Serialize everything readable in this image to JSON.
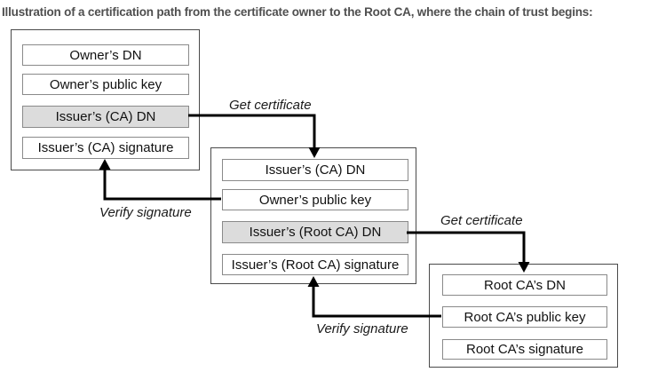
{
  "title": "Illustration of a certification path from the certificate owner to the Root CA, where the chain of trust begins:",
  "colors": {
    "title_text": "#4f4f4f",
    "outer_box_border": "#4a4a4a",
    "row_border": "#8a8a8a",
    "shaded_row_bg": "#dcdcdc",
    "row_bg": "#ffffff",
    "arrow": "#000000"
  },
  "boxes": {
    "owner": {
      "rows": [
        {
          "label": "Owner’s DN",
          "shaded": false
        },
        {
          "label": "Owner’s public key",
          "shaded": false
        },
        {
          "label": "Issuer’s (CA) DN",
          "shaded": true
        },
        {
          "label": "Issuer’s (CA) signature",
          "shaded": false
        }
      ]
    },
    "intermediate": {
      "rows": [
        {
          "label": "Issuer’s (CA) DN",
          "shaded": false
        },
        {
          "label": "Owner’s public key",
          "shaded": false
        },
        {
          "label": "Issuer’s (Root CA) DN",
          "shaded": true
        },
        {
          "label": "Issuer’s (Root CA) signature",
          "shaded": false
        }
      ]
    },
    "root": {
      "rows": [
        {
          "label": "Root CA’s DN",
          "shaded": false
        },
        {
          "label": "Root CA’s public key",
          "shaded": false
        },
        {
          "label": "Root CA’s signature",
          "shaded": false
        }
      ]
    }
  },
  "arrows": {
    "get_certificate_1": {
      "label": "Get certificate"
    },
    "verify_signature_1": {
      "label": "Verify signature"
    },
    "get_certificate_2": {
      "label": "Get certificate"
    },
    "verify_signature_2": {
      "label": "Verify signature"
    }
  }
}
